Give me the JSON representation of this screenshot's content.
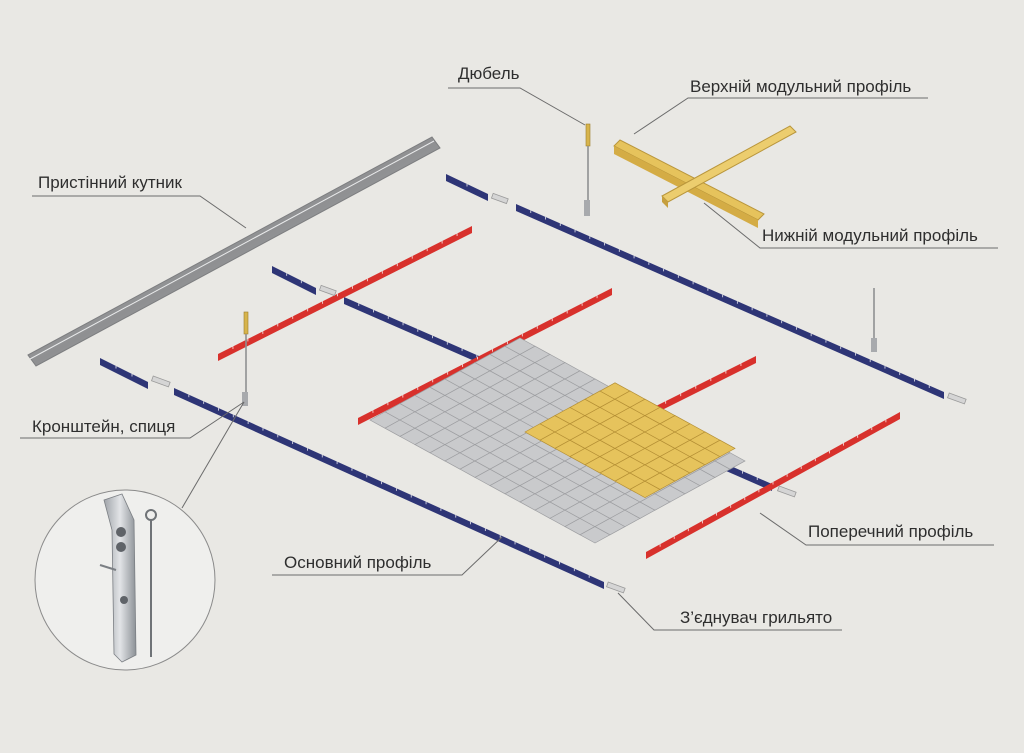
{
  "labels": {
    "dubel": "Дюбель",
    "upper_module": "Верхній модульний профіль",
    "wall_angle": "Пристінний кутник",
    "lower_module": "Нижній модульний профіль",
    "bracket": "Кронштейн, спиця",
    "cross_profile": "Поперечний профіль",
    "main_profile": "Основний профіль",
    "connector": "З’єднувач грильято"
  },
  "colors": {
    "background": "#e9e8e4",
    "main_profile": "#2e3576",
    "cross_profile": "#d8312c",
    "module_yellow": "#e6c35c",
    "grid_gray": "#c9cacc",
    "wall_angle": "#a9aaac",
    "connector": "#d5d5d5",
    "leader": "#6b6b6b"
  },
  "icons": [
    "dowel-icon",
    "hanger-icon",
    "bracket-detail-icon"
  ]
}
